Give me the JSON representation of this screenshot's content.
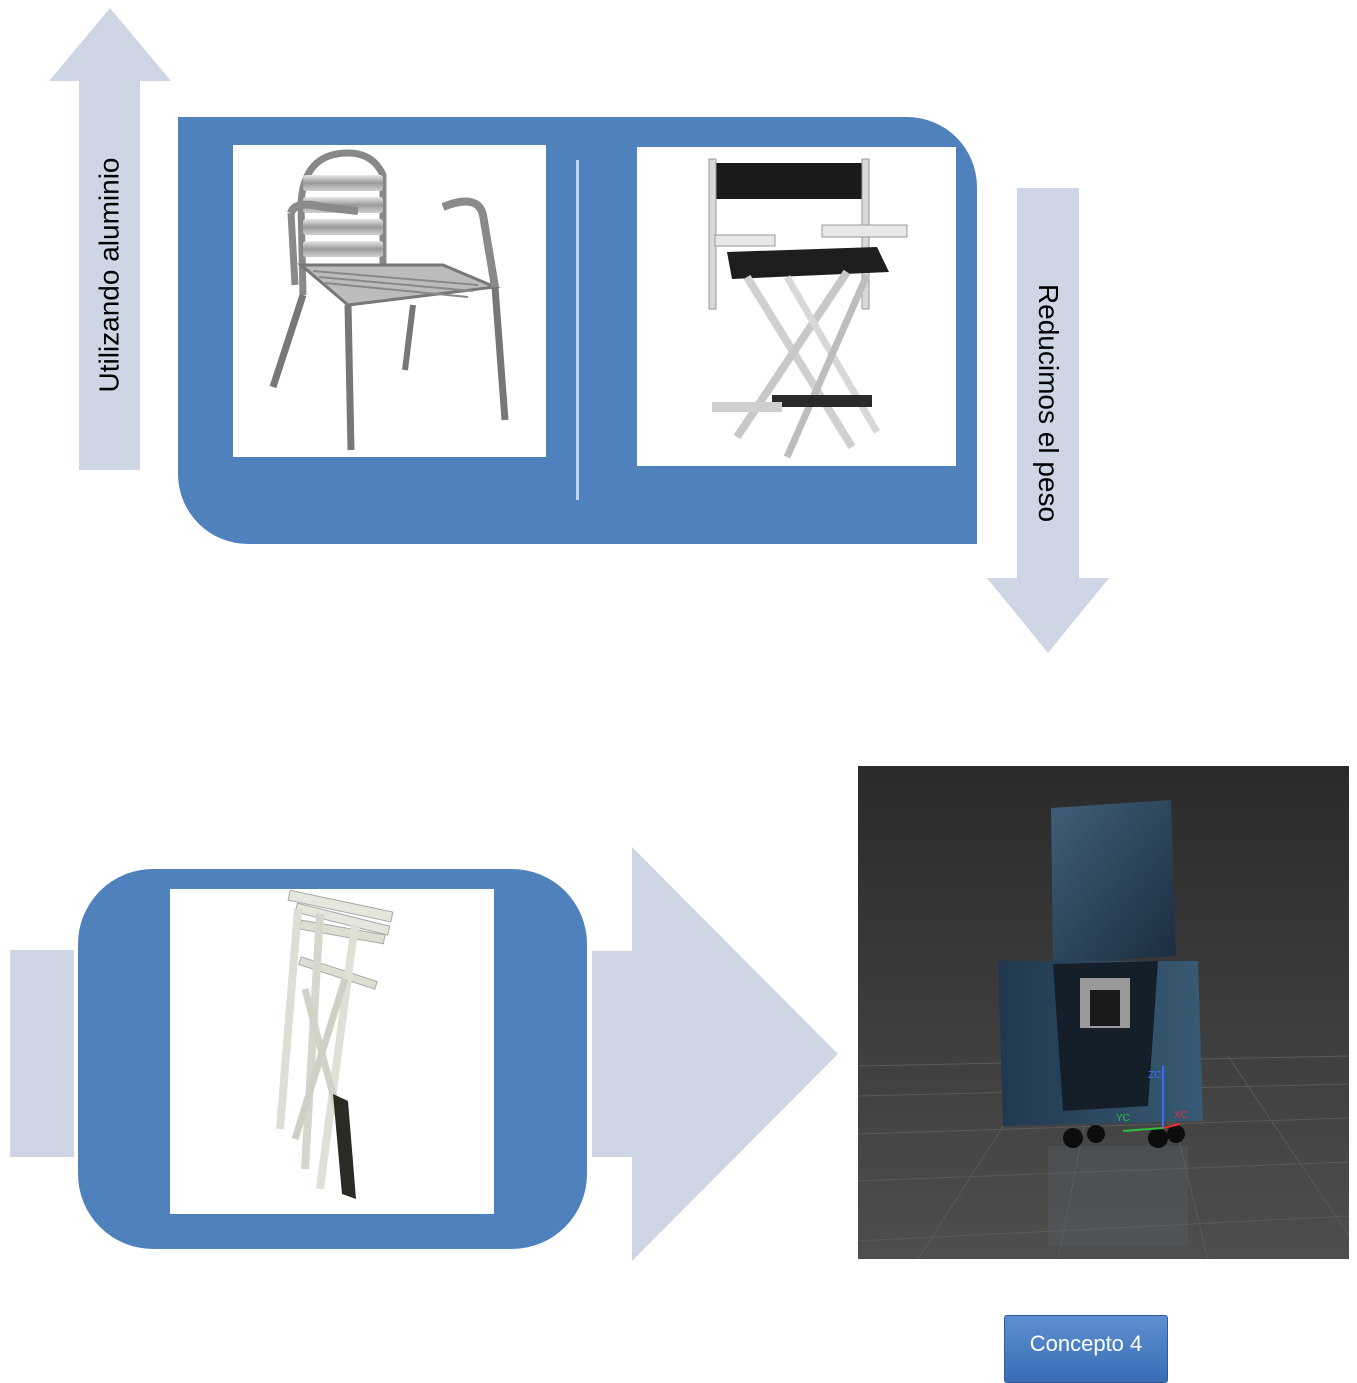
{
  "arrows": {
    "up_label": "Utilizando aluminio",
    "down_label": "Reducimos el peso"
  },
  "images": {
    "aluminum_chair": "aluminum-stacking-chair",
    "director_chair": "tall-director-chair",
    "folded_chair": "folded-director-chair",
    "render_3d": "3d-render-concept"
  },
  "concept": {
    "label": "Concepto 4"
  },
  "render_axes": {
    "z": "ZC",
    "y": "YC",
    "x": "XC"
  },
  "colors": {
    "panel": "#4f81bd",
    "arrow": "#ced6e6",
    "button": "#4a7cc2"
  }
}
